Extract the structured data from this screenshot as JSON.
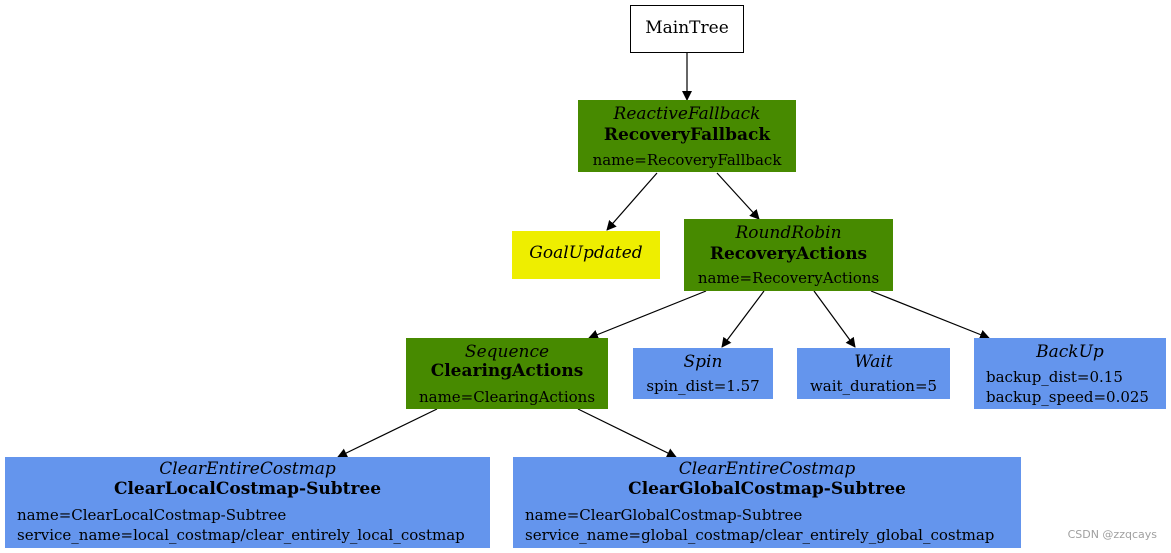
{
  "tree": {
    "root": {
      "label": "MainTree"
    },
    "recovery_fallback": {
      "type": "ReactiveFallback",
      "name": "RecoveryFallback",
      "attrs": [
        "name=RecoveryFallback"
      ]
    },
    "goal_updated": {
      "type": "GoalUpdated"
    },
    "recovery_actions": {
      "type": "RoundRobin",
      "name": "RecoveryActions",
      "attrs": [
        "name=RecoveryActions"
      ]
    },
    "clearing_actions": {
      "type": "Sequence",
      "name": "ClearingActions",
      "attrs": [
        "name=ClearingActions"
      ]
    },
    "spin": {
      "type": "Spin",
      "attrs": [
        "spin_dist=1.57"
      ]
    },
    "wait": {
      "type": "Wait",
      "attrs": [
        "wait_duration=5"
      ]
    },
    "backup": {
      "type": "BackUp",
      "attrs": [
        "backup_dist=0.15",
        "backup_speed=0.025"
      ]
    },
    "clear_local": {
      "type": "ClearEntireCostmap",
      "name": "ClearLocalCostmap-Subtree",
      "attrs": [
        "name=ClearLocalCostmap-Subtree",
        "service_name=local_costmap/clear_entirely_local_costmap"
      ]
    },
    "clear_global": {
      "type": "ClearEntireCostmap",
      "name": "ClearGlobalCostmap-Subtree",
      "attrs": [
        "name=ClearGlobalCostmap-Subtree",
        "service_name=global_costmap/clear_entirely_global_costmap"
      ]
    }
  },
  "colors": {
    "control": "#478a00",
    "condition": "#eeee00",
    "action": "#6495ed",
    "edge": "#000000"
  },
  "watermark": "CSDN @zzqcays"
}
